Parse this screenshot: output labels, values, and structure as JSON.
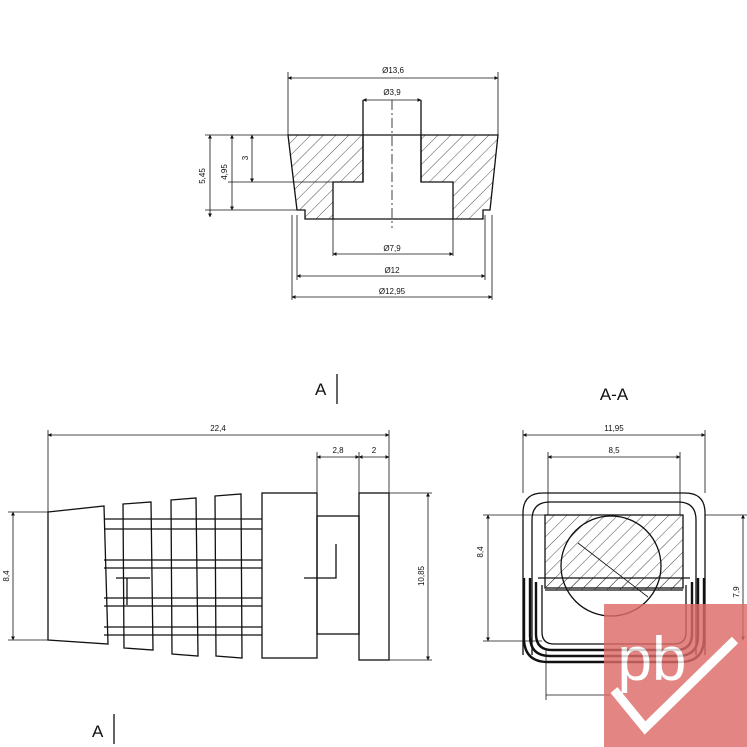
{
  "top_view": {
    "dia_outer": "Ø13,6",
    "dia_hole": "Ø3,9",
    "dia_bore": "Ø7,9",
    "dia_12": "Ø12",
    "dia_1295": "Ø12,95",
    "h_545": "5,45",
    "h_495": "4,95",
    "h_3": "3"
  },
  "side_view": {
    "length": "22,4",
    "dim_28": "2,8",
    "dim_2": "2",
    "height_84": "8,4",
    "height_1085": "10,85",
    "section_mark": "A"
  },
  "section_view": {
    "title": "A-A",
    "width_1195": "11,95",
    "width_85": "8,5",
    "height_84": "8,4",
    "height_79": "7,9"
  },
  "watermark": {
    "text": "pb",
    "color": "#d9534f"
  }
}
